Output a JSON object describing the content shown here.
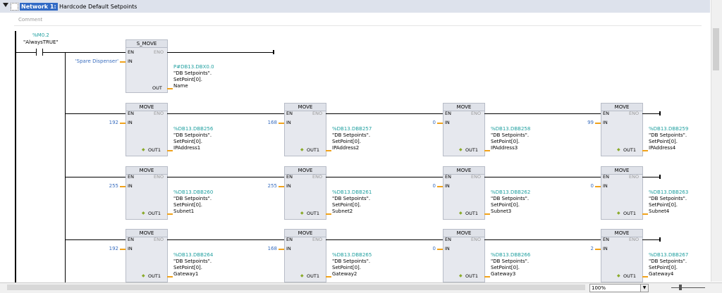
{
  "network": {
    "title": "Network 1:",
    "name": "Hardcode Default Setpoints",
    "comment": "Comment"
  },
  "contact": {
    "address": "%M0.2",
    "tag": "\"AlwaysTRUE\""
  },
  "s_move": {
    "title": "S_MOVE",
    "en": "EN",
    "eno": "ENO",
    "in": "IN",
    "out": "OUT",
    "input": "'Spare Dispenser'",
    "address": "P#DB13.DBX0.0",
    "tag_lines": [
      "\"DB Setpoints\".",
      "SetPoint[0].",
      "Name"
    ]
  },
  "move_labels": {
    "title": "MOVE",
    "en": "EN",
    "eno": "ENO",
    "in": "IN",
    "out": "OUT1"
  },
  "move_rows": [
    [
      {
        "in": "192",
        "address": "%DB13.DBB256",
        "tag_lines": [
          "\"DB Setpoints\".",
          "SetPoint[0].",
          "IPAddress1"
        ]
      },
      {
        "in": "168",
        "address": "%DB13.DBB257",
        "tag_lines": [
          "\"DB Setpoints\".",
          "SetPoint[0].",
          "IPAddress2"
        ]
      },
      {
        "in": "0",
        "address": "%DB13.DBB258",
        "tag_lines": [
          "\"DB Setpoints\".",
          "SetPoint[0].",
          "IPAddress3"
        ]
      },
      {
        "in": "99",
        "address": "%DB13.DBB259",
        "tag_lines": [
          "\"DB Setpoints\".",
          "SetPoint[0].",
          "IPAddress4"
        ]
      }
    ],
    [
      {
        "in": "255",
        "address": "%DB13.DBB260",
        "tag_lines": [
          "\"DB Setpoints\".",
          "SetPoint[0].",
          "Subnet1"
        ]
      },
      {
        "in": "255",
        "address": "%DB13.DBB261",
        "tag_lines": [
          "\"DB Setpoints\".",
          "SetPoint[0].",
          "Subnet2"
        ]
      },
      {
        "in": "0",
        "address": "%DB13.DBB262",
        "tag_lines": [
          "\"DB Setpoints\".",
          "SetPoint[0].",
          "Subnet3"
        ]
      },
      {
        "in": "0",
        "address": "%DB13.DBB263",
        "tag_lines": [
          "\"DB Setpoints\".",
          "SetPoint[0].",
          "Subnet4"
        ]
      }
    ],
    [
      {
        "in": "192",
        "address": "%DB13.DBB264",
        "tag_lines": [
          "\"DB Setpoints\".",
          "SetPoint[0].",
          "Gateway1"
        ]
      },
      {
        "in": "168",
        "address": "%DB13.DBB265",
        "tag_lines": [
          "\"DB Setpoints\".",
          "SetPoint[0].",
          "Gateway2"
        ]
      },
      {
        "in": "0",
        "address": "%DB13.DBB266",
        "tag_lines": [
          "\"DB Setpoints\".",
          "SetPoint[0].",
          "Gateway3"
        ]
      },
      {
        "in": "2",
        "address": "%DB13.DBB267",
        "tag_lines": [
          "\"DB Setpoints\".",
          "SetPoint[0].",
          "Gateway4"
        ]
      }
    ]
  ],
  "statusbar": {
    "zoom": "100%"
  },
  "colors": {
    "address": "#21a0a0",
    "literal": "#3a6ebf",
    "pin_tick": "#f0a21b",
    "header": "#dde2ec"
  }
}
